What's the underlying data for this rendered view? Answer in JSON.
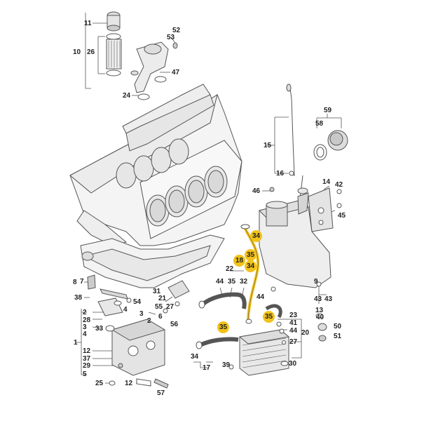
{
  "highlight_color": "#f2c21b",
  "labels": {
    "l11": "11",
    "l26": "26",
    "l10": "10",
    "l53": "53",
    "l52": "52",
    "l47": "47",
    "l24": "24",
    "l59": "59",
    "l58": "58",
    "l15": "15",
    "l16": "16",
    "l46": "46",
    "l14": "14",
    "l42": "42",
    "l45": "45",
    "l44": "44",
    "l22": "22",
    "l35b": "35",
    "l32": "32",
    "l44b": "44",
    "l23": "23",
    "l41": "41",
    "l44c": "44",
    "l20": "20",
    "l27": "27",
    "l13": "13",
    "l43": "43",
    "l50": "50",
    "l51": "51",
    "l30": "30",
    "l39": "39",
    "l17": "17",
    "l34": "34",
    "l7": "7",
    "l8": "8",
    "l31": "31",
    "l21": "21",
    "l27b": "27",
    "l38": "38",
    "l54": "54",
    "l55": "55",
    "l2": "2",
    "l28": "28",
    "l3": "3",
    "l4": "4",
    "l33": "33",
    "l4b": "4",
    "l3b": "3",
    "l6": "6",
    "l2b": "2",
    "l56": "56",
    "l1": "1",
    "l12": "12",
    "l37": "37",
    "l29": "29",
    "l5": "5",
    "l25": "25",
    "l12b": "12",
    "l57": "57",
    "l9": "9",
    "l43b": "43"
  },
  "highlighted_labels": {
    "h34a": "34",
    "h35a": "35",
    "h18": "18",
    "h34b": "34",
    "h35b": "35",
    "h35c": "35"
  }
}
